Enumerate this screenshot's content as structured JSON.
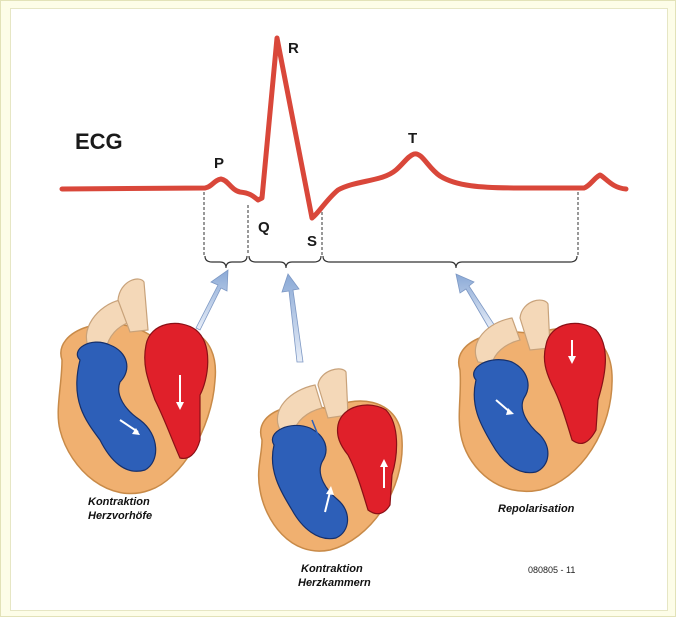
{
  "title": "ECG",
  "waves": {
    "p": "P",
    "q": "Q",
    "r": "R",
    "s": "S",
    "t": "T"
  },
  "captions": {
    "atria": [
      "Kontraktion",
      "Herzvorhöfe"
    ],
    "ventricles": [
      "Kontraktion",
      "Herzkammern"
    ],
    "repolarisation": "Repolarisation"
  },
  "figure_code": "080805 - 11",
  "colors": {
    "ecg_line": "#d9473a",
    "arrow": "#9bb8dc",
    "oxygenated": "#e0202a",
    "deoxygenated": "#2d5fb8",
    "heart_wall": "#f0b070",
    "vessel": "#f4d8b8"
  }
}
